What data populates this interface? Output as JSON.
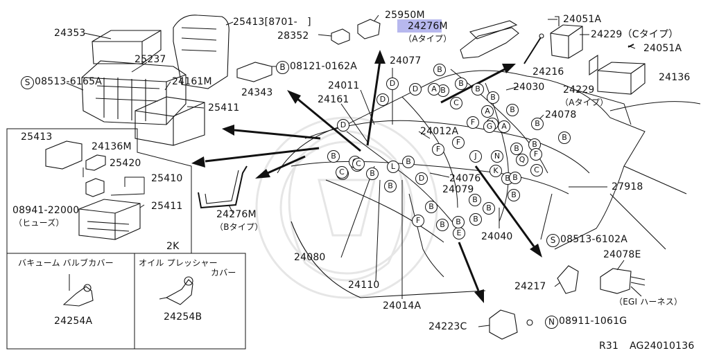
{
  "diagram": {
    "labels": {
      "p24353": "24353",
      "p25413_top": "25413[8701-　]",
      "p28352": "28352",
      "p25950M": "25950M",
      "p24276M_a": "24276M",
      "p24276M_a_type": "（Aタイプ）",
      "p24051A_1": "24051A",
      "p24229_c": "24229（Cタイプ）",
      "p24051A_2": "24051A",
      "p25237": "25237",
      "s08513_6165A": "08513-6165A",
      "p24161M": "24161M",
      "p24343": "24343",
      "b08121_0162A": "08121-0162A",
      "p24077": "24077",
      "p24216": "24216",
      "p24136": "24136",
      "p24011": "24011",
      "p24030": "24030",
      "p24229_a": "24229",
      "p24229_a_type": "（Aタイプ）",
      "p24161": "24161",
      "p25411_top": "25411",
      "p24078": "24078",
      "p24012A": "24012A",
      "p25413_box": "25413",
      "p24136M": "24136M",
      "p25420": "25420",
      "p25410": "25410",
      "p08941_22000": "08941-22000",
      "fuse": "（ヒューズ）",
      "p25411_box": "25411",
      "p24276M_b": "24276M",
      "p24276M_b_type": "（Bタイプ）",
      "p24076": "24076",
      "p24079": "24079",
      "p27918": "27918",
      "s08513_6102A": "08513-6102A",
      "p24040": "24040",
      "box_2k": "2K",
      "p24080": "24080",
      "p24078E": "24078E",
      "p24110": "24110",
      "p24217": "24217",
      "egi": "（EGI ハーネス）",
      "p24014A": "24014A",
      "p24223C": "24223C",
      "n08911_1061G": "08911-1061G",
      "vac_title": "バキューム バルブカバー",
      "oil_title1": "オイル プレッシャー",
      "oil_title2": "カバー",
      "p24254A": "24254A",
      "p24254B": "24254B",
      "footer_model": "R31",
      "footer_code": "AG24010136"
    },
    "markers": {
      "S": "S",
      "B": "B",
      "N": "N"
    },
    "circles": [
      "D",
      "D",
      "B",
      "B",
      "B",
      "B",
      "B",
      "A",
      "C",
      "D",
      "A",
      "A",
      "B",
      "F",
      "G",
      "A",
      "B",
      "D",
      "F",
      "B",
      "B",
      "C",
      "L",
      "F",
      "B",
      "B",
      "J",
      "N",
      "Q",
      "B",
      "F",
      "C",
      "K",
      "B",
      "D",
      "B",
      "B",
      "B",
      "C",
      "B",
      "B",
      "B",
      "B",
      "F",
      "B",
      "B",
      "E",
      "B",
      "B",
      "C",
      "B"
    ],
    "colors": {
      "ink": "#111111",
      "highlight": "#b7b8ee",
      "watermark": "#e8e8e8"
    }
  }
}
